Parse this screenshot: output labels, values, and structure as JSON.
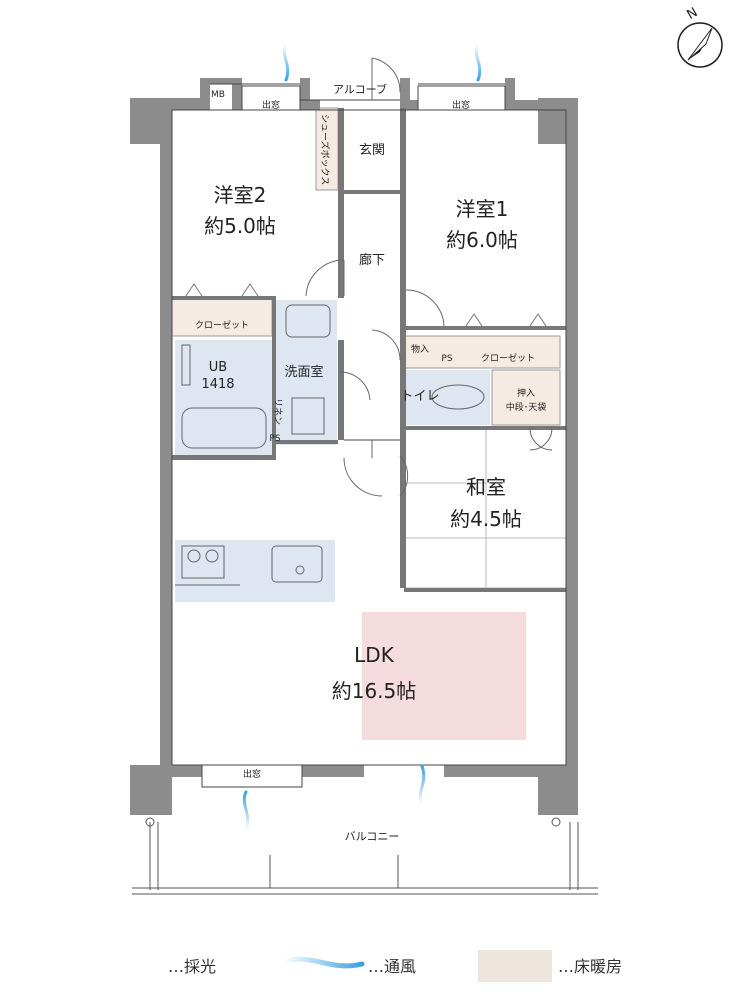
{
  "compass": {
    "north": "N"
  },
  "rooms": {
    "western2": {
      "name": "洋室2",
      "size": "約5.0帖"
    },
    "western1": {
      "name": "洋室1",
      "size": "約6.0帖"
    },
    "japanese": {
      "name": "和室",
      "size": "約4.5帖"
    },
    "ldk": {
      "name": "LDK",
      "size": "約16.5帖"
    },
    "entrance": "玄関",
    "hallway": "廊下",
    "alcove": "アルコーブ",
    "shoebox": "シューズボックス",
    "mb": "MB",
    "bay_left": "出窓",
    "bay_right": "出窓",
    "bay_bottom": "出窓",
    "closet_left": "クローゼット",
    "closet_right": "クローゼット",
    "ub": "UB",
    "ub_size": "1418",
    "washroom": "洗面室",
    "linen": "リネン",
    "ps_left": "PS",
    "ps_right": "PS",
    "storage": "物入",
    "toilet": "トイレ",
    "oshiire_1": "押入",
    "oshiire_2": "中段･天袋",
    "balcony": "バルコニー"
  },
  "legend": {
    "light": "…採光",
    "wind": "…通風",
    "floor_heating": "…床暖房"
  },
  "colors": {
    "wall": "#8c8c8c",
    "wet_area": "#dde6f1",
    "closet": "#f6ebe2",
    "floor_heating": "#f5dcdf",
    "legend_floor": "#ece6dc",
    "light_arrow": "#f08a3c",
    "wind_arrow": "#3aa0e0"
  }
}
